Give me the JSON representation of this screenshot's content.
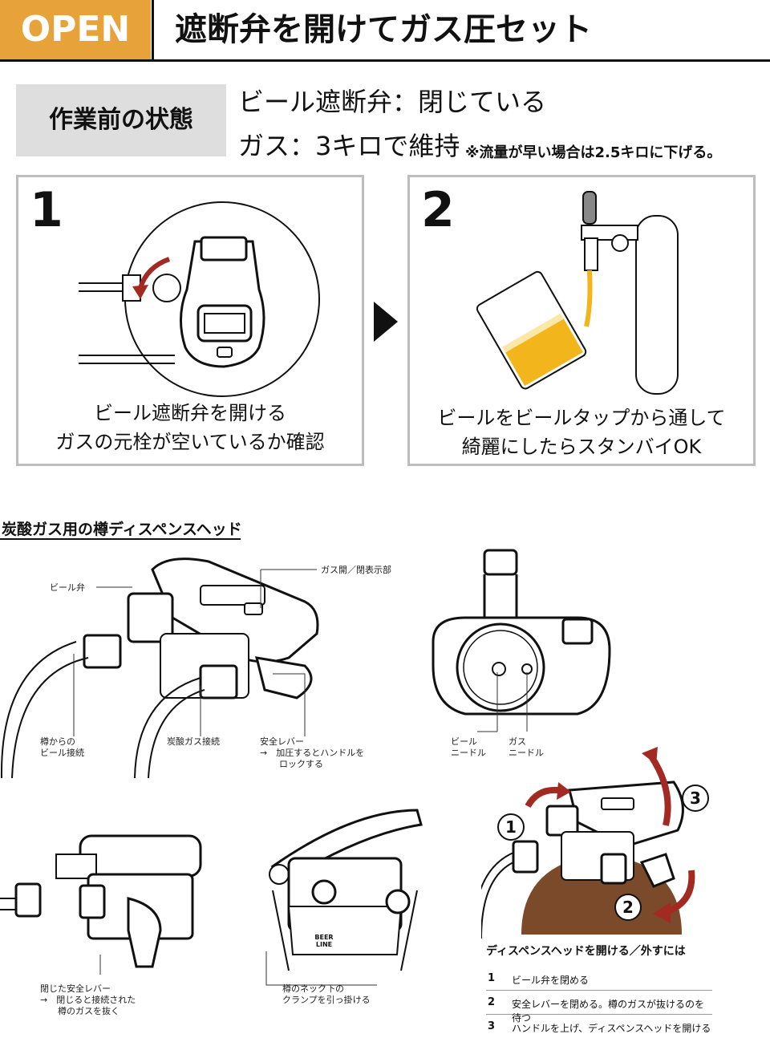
{
  "header": {
    "badge": "OPEN",
    "title": "遮断弁を開けてガス圧セット"
  },
  "pre_state": {
    "label": "作業前の状態",
    "line1": "ビール遮断弁：閉じている",
    "line2": "ガス：3キロで維持",
    "note": "※流量が早い場合は2.5キロに下げる。"
  },
  "steps": [
    {
      "number": "1",
      "caption_line1": "ビール遮断弁を開ける",
      "caption_line2": "ガスの元栓が空いているか確認"
    },
    {
      "number": "2",
      "caption_line1": "ビールをビールタップから通して",
      "caption_line2": "綺麗にしたらスタンバイOK"
    }
  ],
  "section": {
    "title": "炭酸ガス用の樽ディスペンスヘッド"
  },
  "labels": {
    "beer_valve": "ビール弁",
    "gas_indicator": "ガス開／閉表示部",
    "beer_connect_1": "樽からの",
    "beer_connect_2": "ビール接続",
    "co2_connect": "炭酸ガス接続",
    "safety_lever": "安全レバー",
    "safety_lever_note_1": "→　加圧するとハンドルを",
    "safety_lever_note_2": "ロックする",
    "beer_needle_1": "ビール",
    "beer_needle_2": "ニードル",
    "gas_needle_1": "ガス",
    "gas_needle_2": "ニードル",
    "closed_lever": "閉じた安全レバー",
    "closed_lever_note_1": "→　閉じると接続された",
    "closed_lever_note_2": "樽のガスを抜く",
    "clamp_1": "樽のネック下の",
    "clamp_2": "クランプを引っ掛ける",
    "beer_line_1": "BEER",
    "beer_line_2": "LINE"
  },
  "callouts": [
    "1",
    "2",
    "3"
  ],
  "instructions": {
    "title": "ディスペンスヘッドを開ける／外すには",
    "items": [
      {
        "num": "1",
        "text": "ビール弁を閉める"
      },
      {
        "num": "2",
        "text": "安全レバーを閉める。樽のガスが抜けるのを待つ"
      },
      {
        "num": "3",
        "text": "ハンドルを上げ、ディスペンスヘッドを開ける"
      }
    ]
  },
  "colors": {
    "accent": "#e8a23a",
    "beer": "#f2b61c",
    "arrow_red": "#a32a22",
    "keg_brown": "#7a4a2a",
    "panel_border": "#bdbdbd",
    "pre_box_bg": "#dedede"
  }
}
